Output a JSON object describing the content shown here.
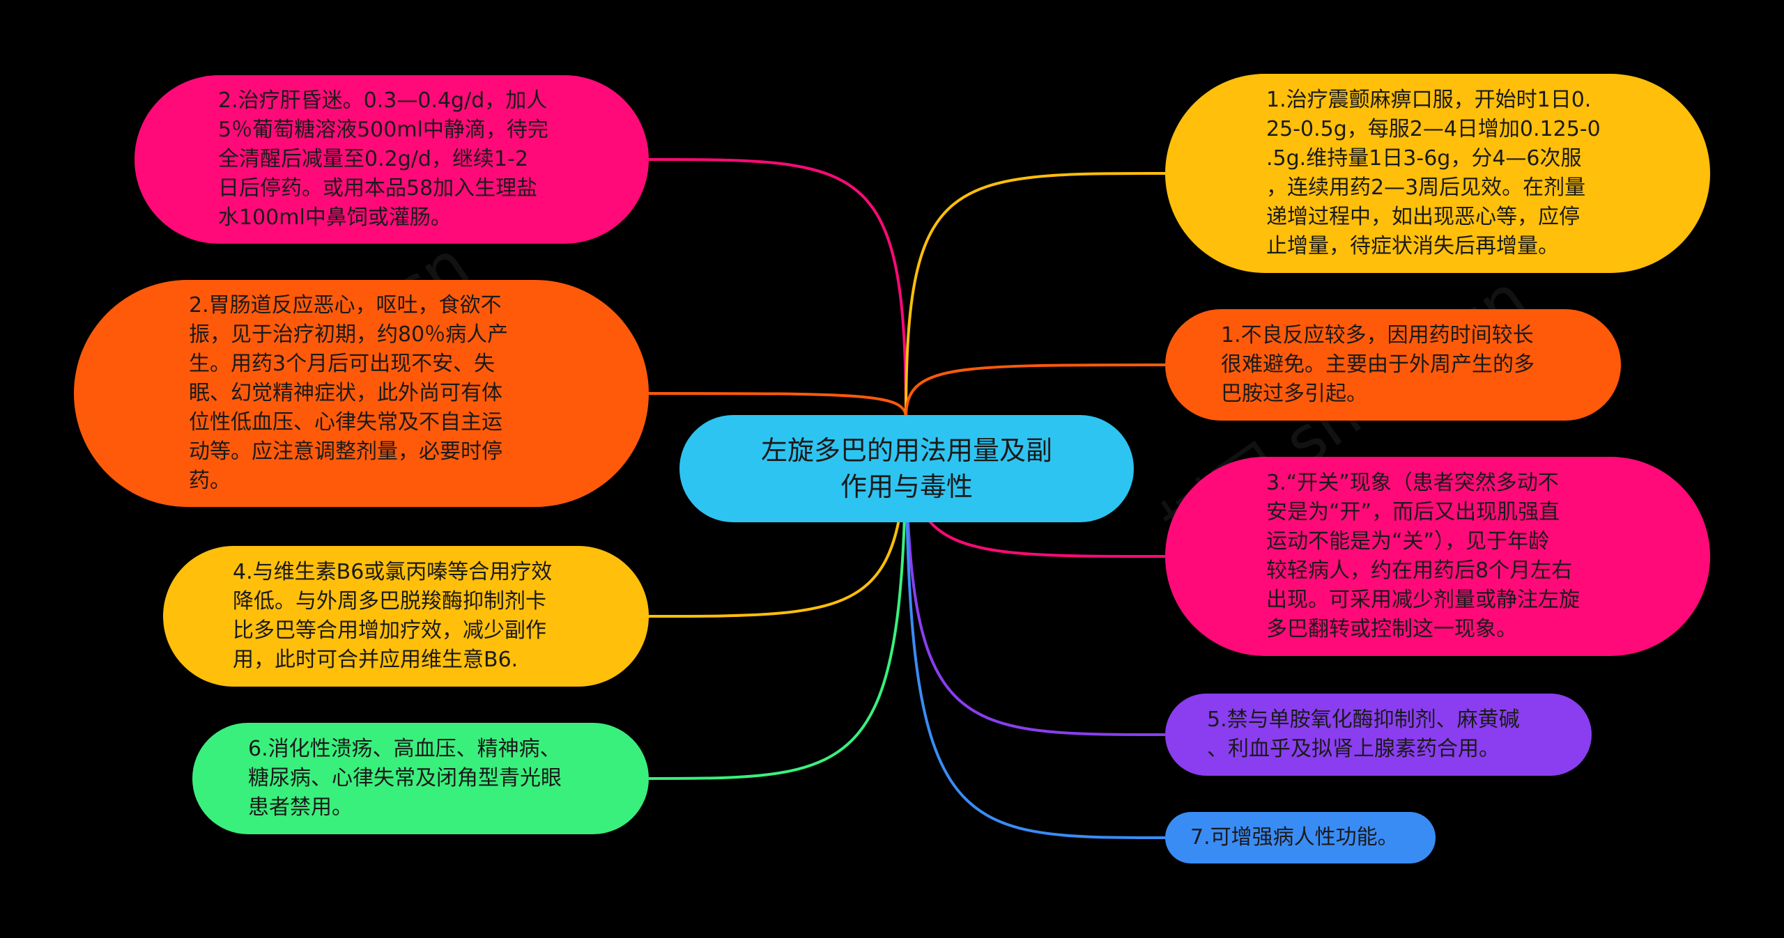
{
  "center": {
    "text": "左旋多巴的用法用量及副\n作用与毒性",
    "color": "#2ec4f1"
  },
  "nodes": [
    {
      "id": "left-1",
      "side": "left",
      "text": "2.治疗肝昏迷。0.3—0.4g/d，加人\n5％葡萄糖溶液500ml中静滴，待完\n全清醒后减量至0.2g/d，继续1-2\n日后停药。或用本品58加入生理盐\n水100ml中鼻饲或灌肠。",
      "color": "#ff0a78"
    },
    {
      "id": "left-2",
      "side": "left",
      "text": "2.胃肠道反应恶心，呕吐，食欲不\n振，见于治疗初期，约80％病人产\n生。用药3个月后可出现不安、失\n眠、幻觉精神症状，此外尚可有体\n位性低血压、心律失常及不自主运\n动等。应注意调整剂量，必要时停\n药。",
      "color": "#ff5a0a"
    },
    {
      "id": "left-3",
      "side": "left",
      "text": "4.与维生素B6或氯丙嗪等合用疗效\n降低。与外周多巴脱羧酶抑制剂卡\n比多巴等合用增加疗效，减少副作\n用，此时可合并应用维生意B6.",
      "color": "#ffbf0a"
    },
    {
      "id": "left-4",
      "side": "left",
      "text": "6.消化性溃疡、高血压、精神病、\n糖尿病、心律失常及闭角型青光眼\n患者禁用。",
      "color": "#3af07d"
    },
    {
      "id": "right-1",
      "side": "right",
      "text": "1.治疗震颤麻痹口服，开始时1日0.\n25-0.5g，每服2—4日增加0.125-0\n.5g.维持量1日3-6g，分4—6次服\n，连续用药2—3周后见效。在剂量\n递增过程中，如出现恶心等，应停\n止增量，待症状消失后再增量。",
      "color": "#ffbf0a"
    },
    {
      "id": "right-2",
      "side": "right",
      "text": "1.不良反应较多，因用药时间较长\n很难避免。主要由于外周产生的多\n巴胺过多引起。",
      "color": "#ff5a0a"
    },
    {
      "id": "right-3",
      "side": "right",
      "text": "3.“开关”现象（患者突然多动不\n安是为“开”，而后又出现肌强直\n运动不能是为“关”），见于年龄\n较轻病人，约在用药后8个月左右\n出现。可采用减少剂量或静注左旋\n多巴翻转或控制这一现象。",
      "color": "#ff0a78"
    },
    {
      "id": "right-4",
      "side": "right",
      "text": "5.禁与单胺氧化酶抑制剂、麻黄碱\n、利血乎及拟肾上腺素药合用。",
      "color": "#8a3ef0"
    },
    {
      "id": "right-5",
      "side": "right",
      "text": "7.可增强病人性功能。",
      "color": "#3a8cf5"
    }
  ]
}
